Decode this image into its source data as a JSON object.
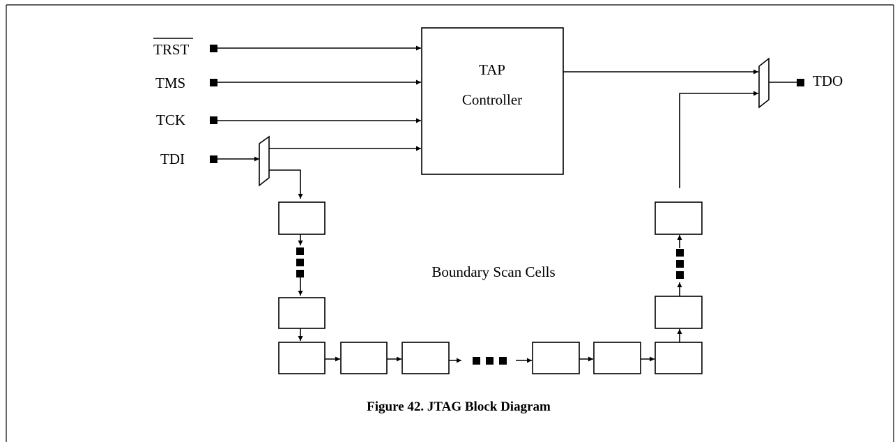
{
  "signals": {
    "trst": "TRST",
    "tms": "TMS",
    "tck": "TCK",
    "tdi": "TDI",
    "tdo": "TDO"
  },
  "tap_controller": {
    "line1": "TAP",
    "line2": "Controller"
  },
  "boundary_scan_label": "Boundary Scan Cells",
  "caption": "Figure 42.  JTAG Block Diagram"
}
